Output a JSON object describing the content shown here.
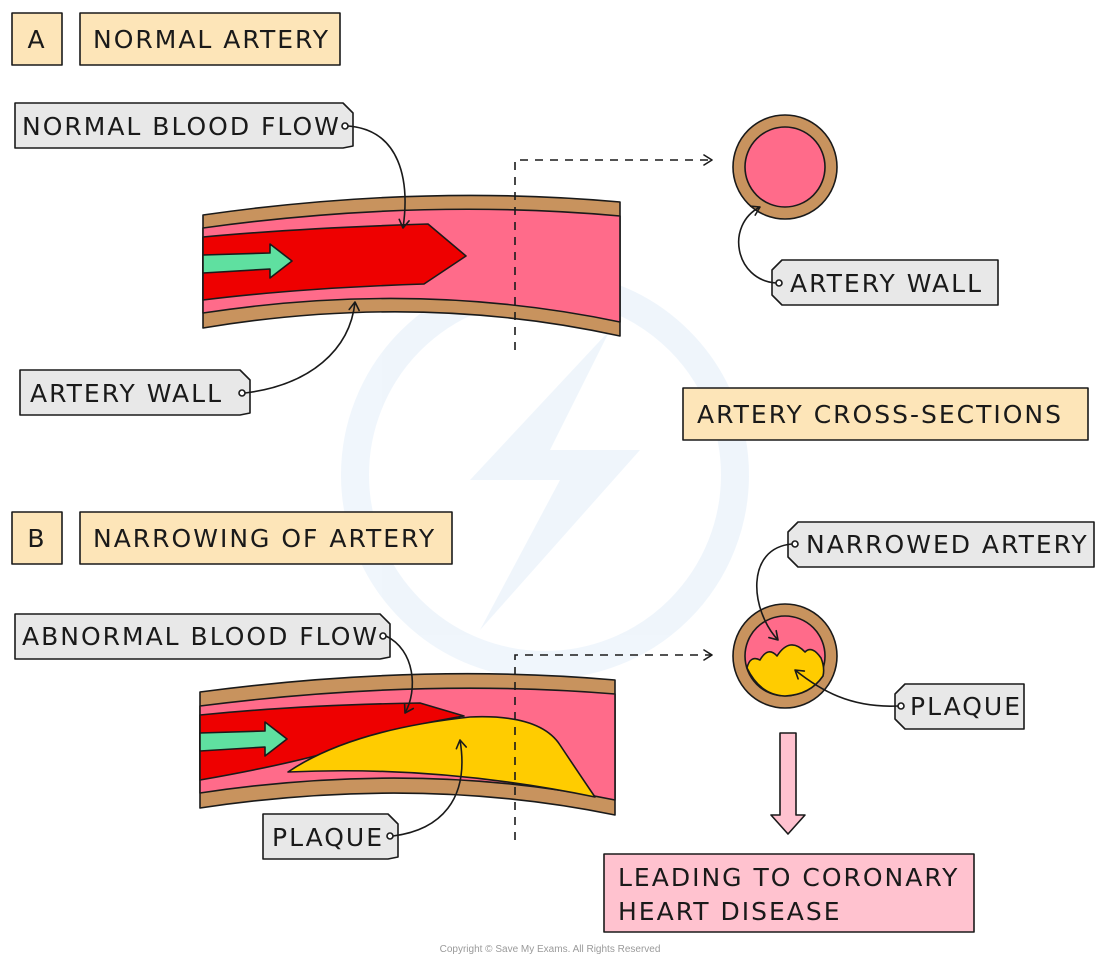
{
  "section_a": {
    "letter": "A",
    "title": "NORMAL ARTERY"
  },
  "section_b": {
    "letter": "B",
    "title": "NARROWING OF ARTERY"
  },
  "labels": {
    "normal_blood_flow": "NORMAL BLOOD FLOW",
    "artery_wall_long": "ARTERY WALL",
    "artery_wall_cross": "ARTERY WALL",
    "cross_sections": "ARTERY CROSS-SECTIONS",
    "abnormal_blood_flow": "ABNORMAL BLOOD FLOW",
    "plaque_long": "PLAQUE",
    "narrowed_artery": "NARROWED ARTERY",
    "plaque_cross": "PLAQUE",
    "outcome_line1": "LEADING TO CORONARY",
    "outcome_line2": "HEART DISEASE"
  },
  "copyright": "Copyright © Save My Exams. All Rights Reserved",
  "colors": {
    "artery_wall": "#c8935e",
    "artery_lumen": "#ff6b8a",
    "blood": "#ee0000",
    "plaque": "#ffcc00",
    "flow_arrow": "#5fe0a0",
    "heading_box": "#fde5b8",
    "label_tag": "#e8e8e8",
    "outcome_box": "#ffc2cf"
  }
}
